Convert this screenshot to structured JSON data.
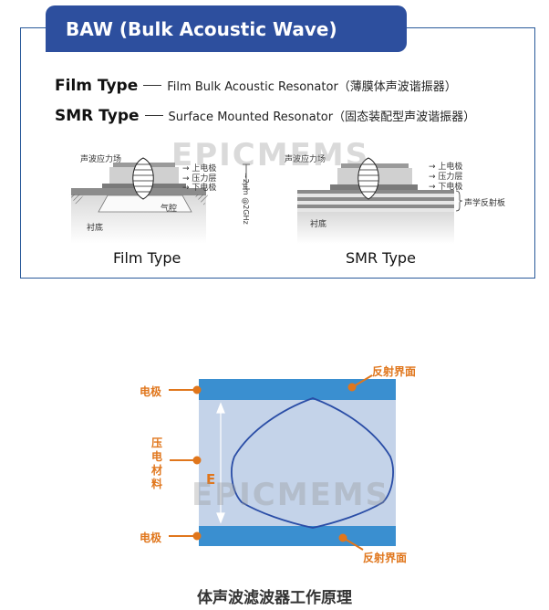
{
  "header": {
    "title": "BAW (Bulk Acoustic Wave)"
  },
  "definitions": [
    {
      "term": "Film Type",
      "desc": "Film Bulk Acoustic Resonator（薄膜体声波谐振器）"
    },
    {
      "term": "SMR Type",
      "desc": "Surface Mounted Resonator（固态装配型声波谐振器）"
    }
  ],
  "film_diagram": {
    "stress_field": "声波应力场",
    "top_electrode": "上电极",
    "piezo_layer": "压力层",
    "bottom_electrode": "下电极",
    "cavity": "气腔",
    "substrate": "衬底",
    "caption": "Film Type"
  },
  "thickness_label": "~2μm  @2GHz",
  "smr_diagram": {
    "stress_field": "声波应力场",
    "top_electrode": "上电极",
    "piezo_layer": "压力层",
    "bottom_electrode": "下电极",
    "reflector": "声学反射板",
    "substrate": "衬底",
    "caption": "SMR Type"
  },
  "watermark": "EPICMEMS",
  "principle": {
    "reflect_top": "反射界面",
    "reflect_bottom": "反射界面",
    "electrode_top": "电极",
    "electrode_bottom": "电极",
    "piezo_material": "压电材料",
    "field_label": "E",
    "caption": "体声波滤波器工作原理"
  },
  "colors": {
    "header_bg": "#2d4f9e",
    "panel_border": "#2a5a9a",
    "electrode_blue": "#3a8fd0",
    "piezo_fill": "#c4d3e9",
    "wave_line": "#2a4da6",
    "label_orange": "#e0761c"
  }
}
